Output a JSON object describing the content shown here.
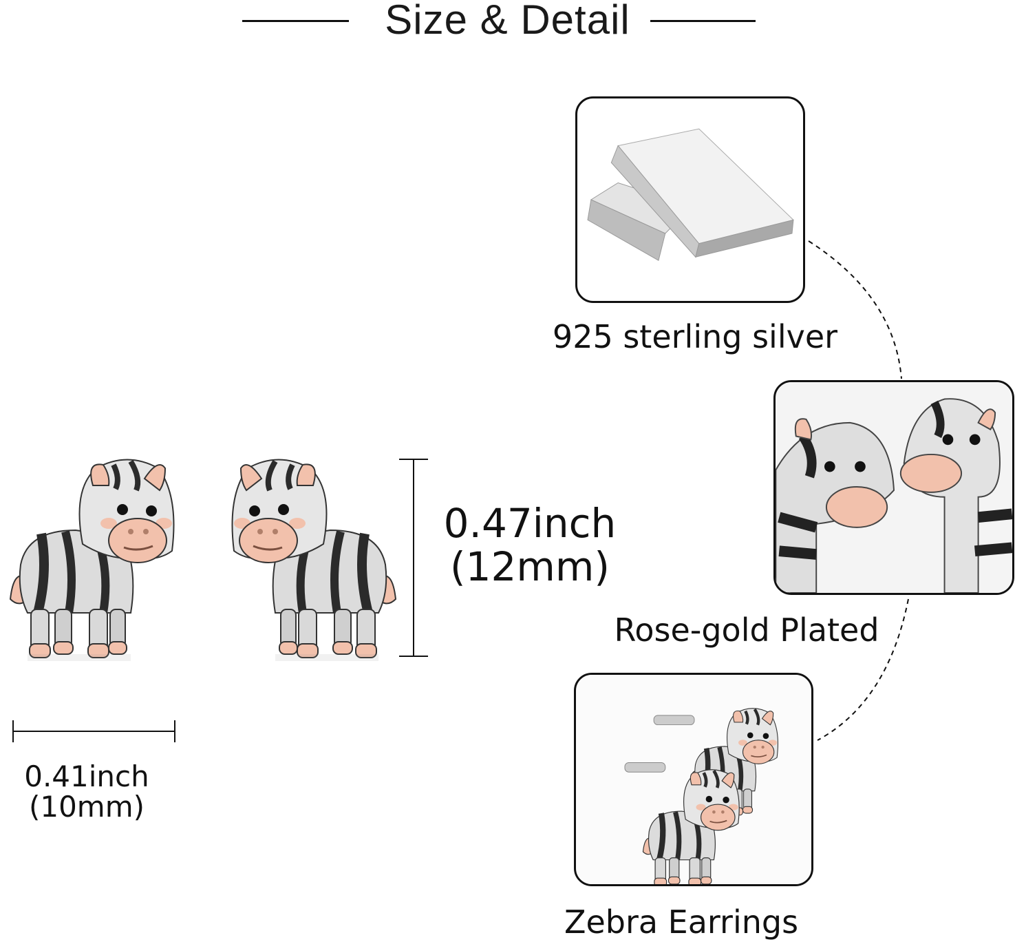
{
  "header": {
    "title": "Size & Detail"
  },
  "dimensions": {
    "height_inch": "0.47inch",
    "height_mm": "(12mm)",
    "width_inch": "0.41inch",
    "width_mm": "(10mm)"
  },
  "features": [
    {
      "label": "925 sterling silver",
      "icon": "silver-bars"
    },
    {
      "label": "Rose-gold Plated",
      "icon": "zebra-closeup"
    },
    {
      "label": "Zebra Earrings",
      "icon": "zebra-earrings"
    }
  ],
  "colors": {
    "rose_gold": "#f2c1ac",
    "stripe": "#2b2b2b",
    "silver": "#d9d9d9"
  }
}
